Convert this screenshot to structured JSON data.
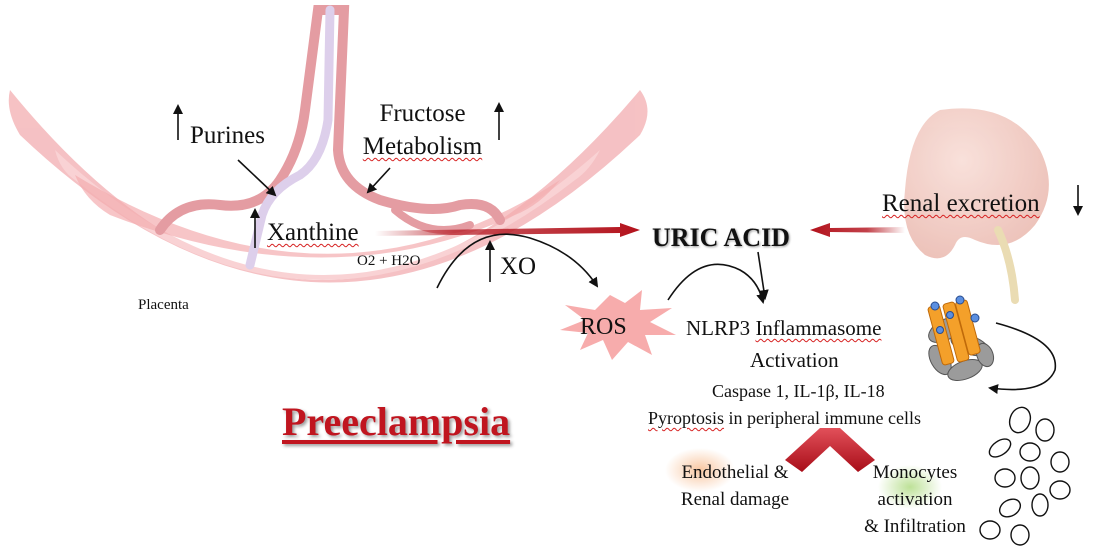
{
  "title": "Preeclampsia",
  "placenta_label": "Placenta",
  "purines": "Purines",
  "fructose_line1": "Fructose",
  "fructose_line2": "Metabolism",
  "xanthine": "Xanthine",
  "o2_h2o": "O2 + H2O",
  "xo": "XO",
  "uric_acid": "URIC ACID",
  "renal_excretion": "Renal excretion",
  "ros": "ROS",
  "nlrp3_prefix": "NLRP3 ",
  "nlrp3_word": "Inflammasome",
  "activation": "Activation",
  "caspase": "Caspase 1, IL-1β, IL-18",
  "pyroptosis_word": "Pyroptosis",
  "pyroptosis_rest": " in peripheral immune cells",
  "endothelial_line1": "Endothelial &",
  "endothelial_line2": "Renal damage",
  "monocytes_line1": "Monocytes",
  "monocytes_line2": "activation",
  "monocytes_line3": "& Infiltration",
  "colors": {
    "arrow_red": "#b3121c",
    "placenta_pink": "#f4b7ba",
    "title_red": "#c0151f",
    "ros_burst": "#f6a3a3"
  }
}
